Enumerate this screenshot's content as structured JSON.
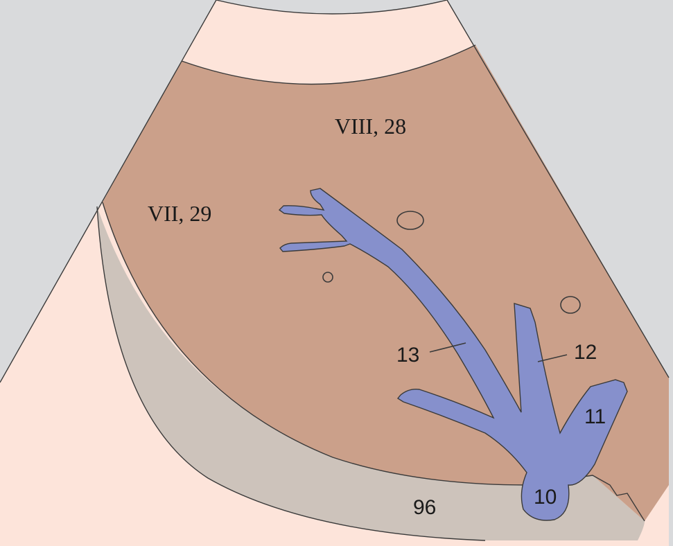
{
  "colors": {
    "background": "#d9dadc",
    "outer_tissue": "#fde4da",
    "liver": "#cba08a",
    "capsule": "#cdc3bb",
    "vessel": "#8690cc",
    "stroke": "#3a3a3a"
  },
  "labels": {
    "segment_8": "VIII, 28",
    "segment_7": "VII, 29",
    "vessel_13": "13",
    "vessel_12": "12",
    "vessel_11": "11",
    "vessel_10": "10",
    "structure_96": "96"
  }
}
